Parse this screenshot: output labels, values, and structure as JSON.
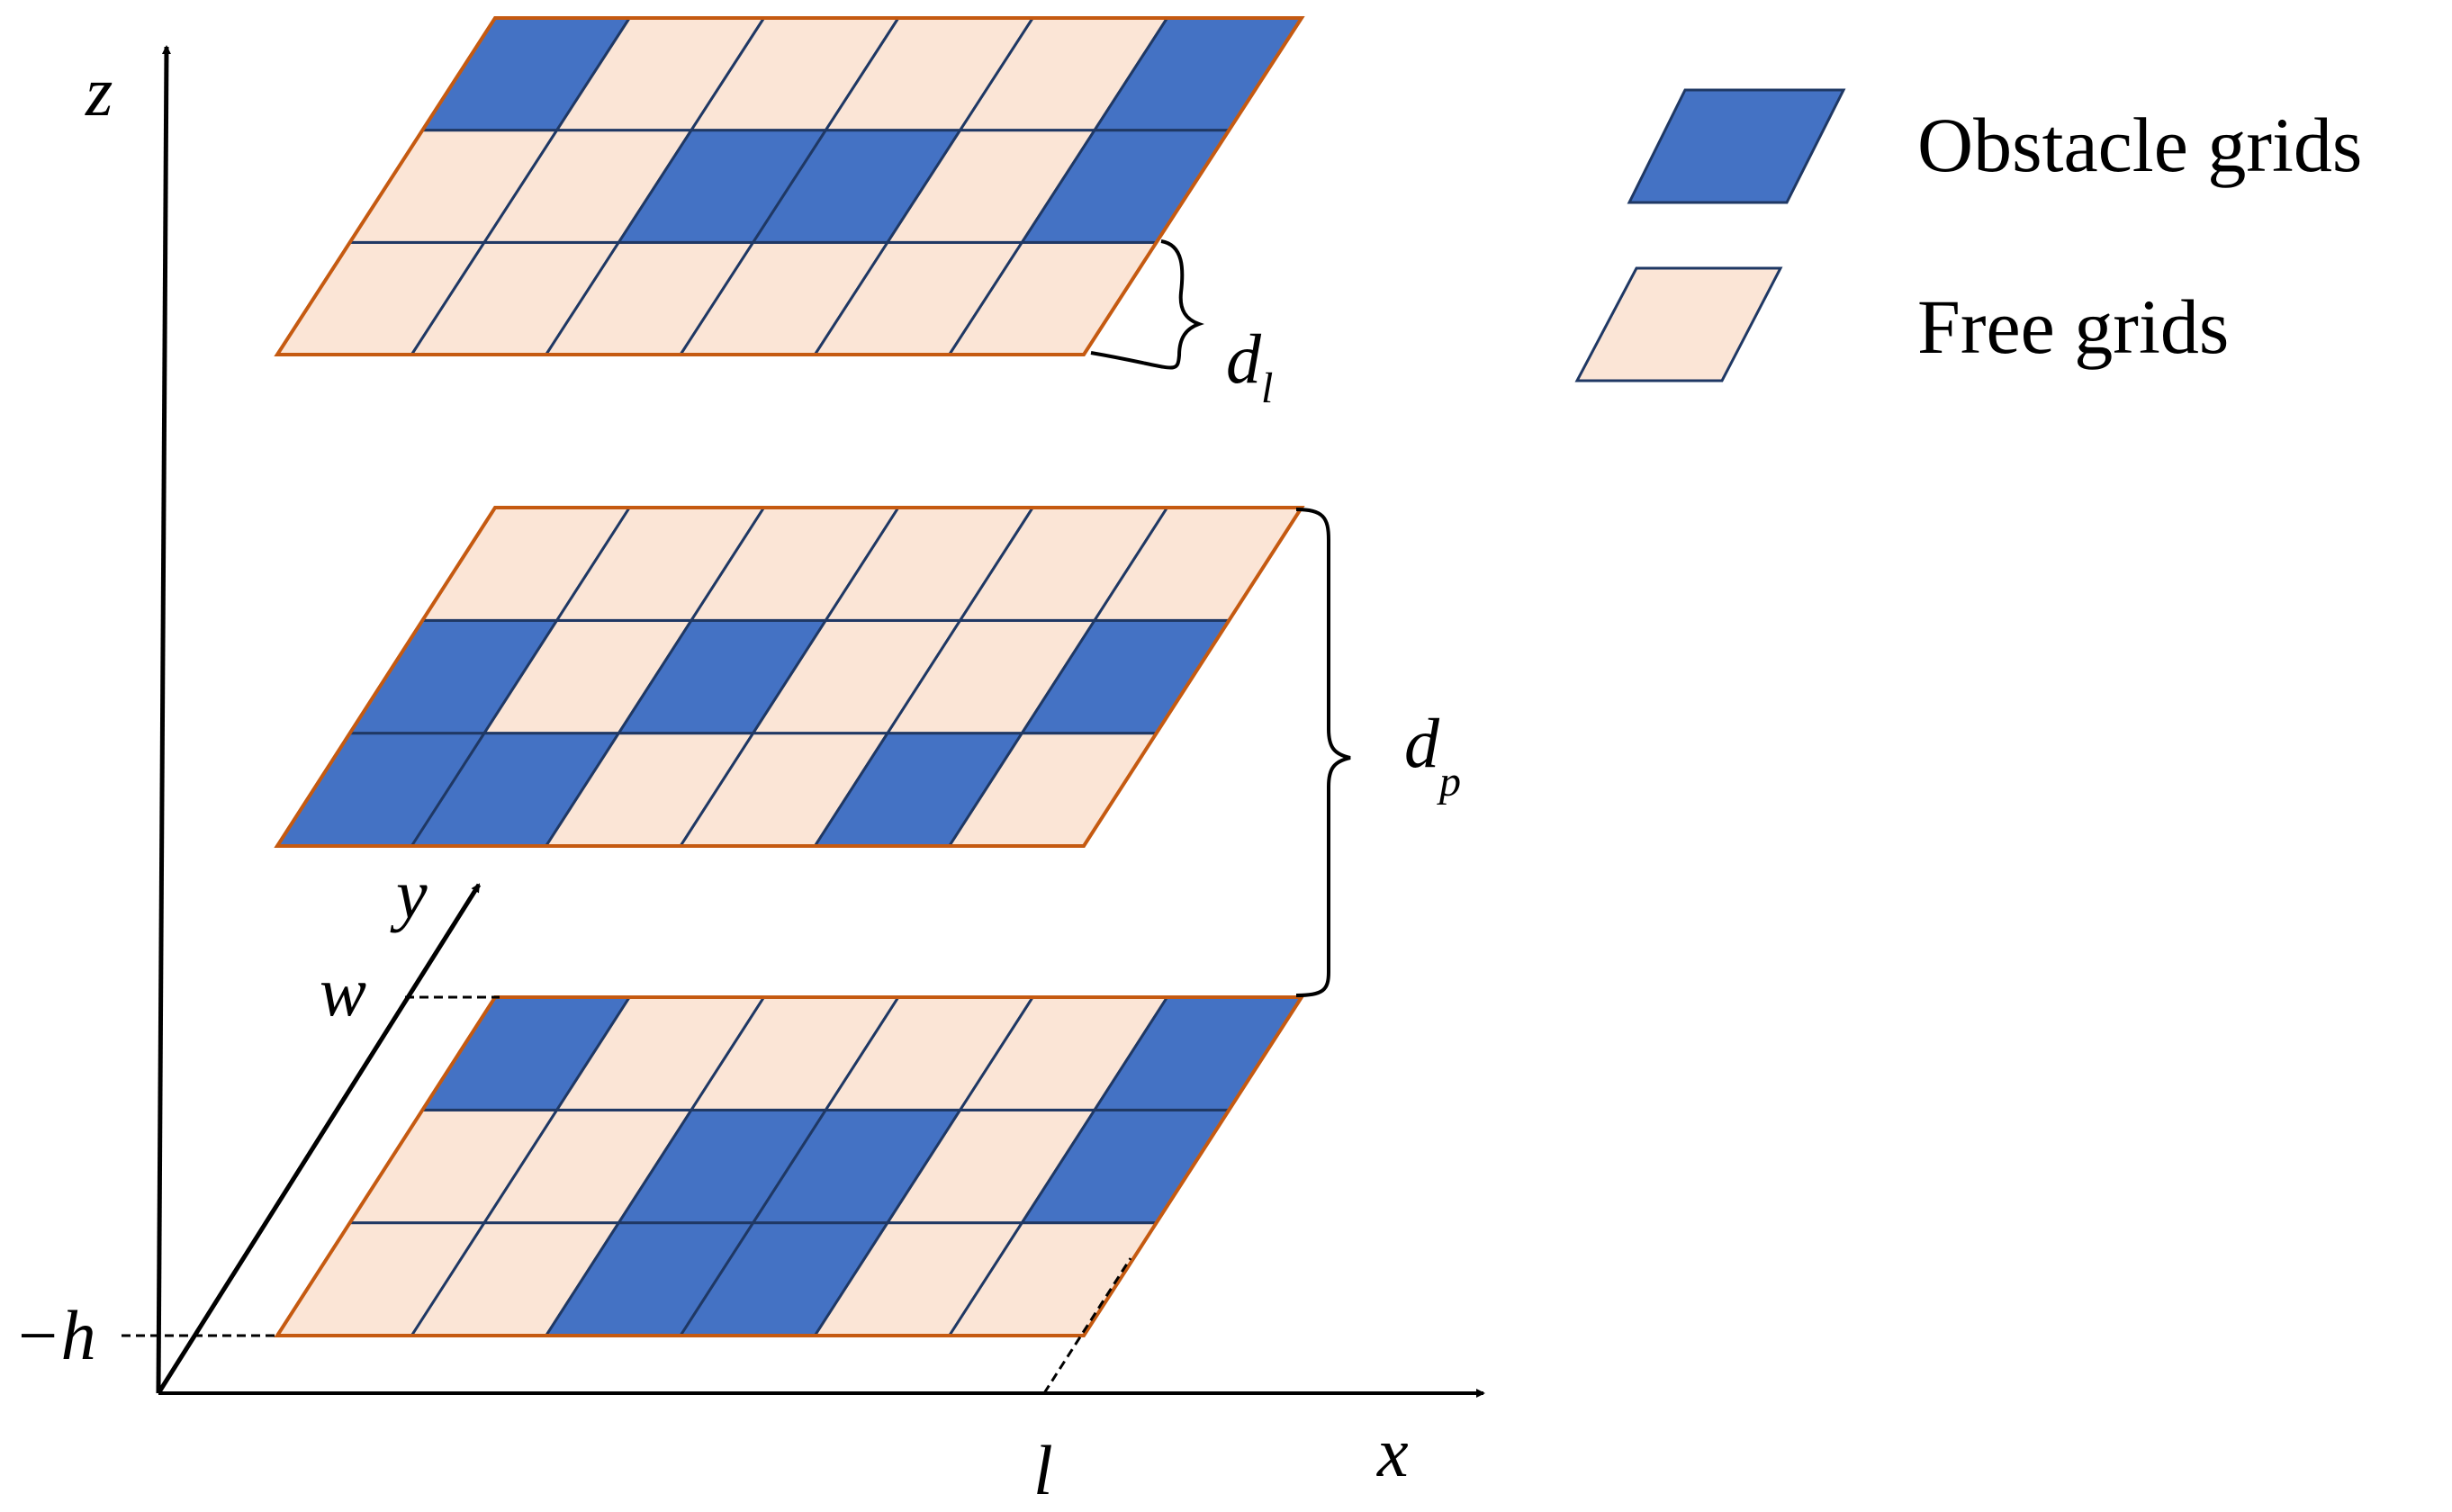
{
  "colors": {
    "obstacle": "#4472C4",
    "free": "#FBE5D6",
    "grid_line": "#1F3864",
    "layer_border": "#C55A11",
    "axis": "#000000"
  },
  "axes": {
    "z_label": "z",
    "y_label": "y",
    "x_label": "x",
    "w_label": "w",
    "h_label": "−h",
    "l_label": "l"
  },
  "dims": {
    "dl_base": "d",
    "dl_sub": "l",
    "dp_base": "d",
    "dp_sub": "p"
  },
  "legend": {
    "obstacle_label": "Obstacle grids",
    "free_label": "Free grids"
  },
  "layers": [
    {
      "name": "top",
      "cells": [
        [
          0,
          0,
          0,
          0,
          0,
          0
        ],
        [
          0,
          0,
          1,
          1,
          0,
          1
        ],
        [
          1,
          0,
          0,
          0,
          0,
          1
        ]
      ]
    },
    {
      "name": "middle",
      "cells": [
        [
          1,
          1,
          0,
          0,
          1,
          0
        ],
        [
          1,
          0,
          1,
          0,
          0,
          1
        ],
        [
          0,
          0,
          0,
          0,
          0,
          0
        ]
      ]
    },
    {
      "name": "bottom",
      "cells": [
        [
          0,
          0,
          1,
          1,
          0,
          0
        ],
        [
          0,
          0,
          1,
          1,
          0,
          1
        ],
        [
          1,
          0,
          0,
          0,
          0,
          1
        ]
      ]
    }
  ]
}
